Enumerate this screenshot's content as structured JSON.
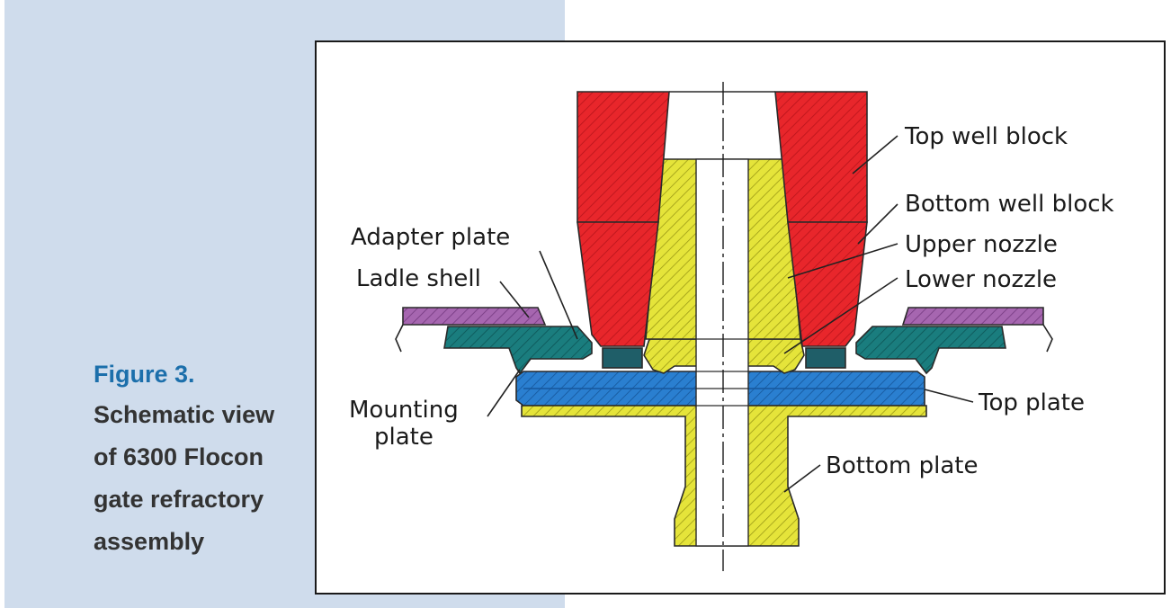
{
  "caption": {
    "title": "Figure 3.",
    "lines": [
      "Schematic view",
      "of 6300 Flocon",
      "gate refractory",
      "assembly"
    ]
  },
  "labels": {
    "top_well_block": "Top well block",
    "bottom_well_block": "Bottom well block",
    "upper_nozzle": "Upper nozzle",
    "lower_nozzle": "Lower nozzle",
    "adapter_plate": "Adapter plate",
    "ladle_shell": "Ladle shell",
    "mounting_plate_line1": "Mounting",
    "mounting_plate_line2": "plate",
    "top_plate": "Top plate",
    "bottom_plate": "Bottom plate"
  },
  "colors": {
    "panel_background": "#cfdcec",
    "caption_title": "#1c6fab",
    "caption_text": "#333333",
    "well_block": "#e8262b",
    "nozzle": "#e5e43a",
    "adapter_plate": "#1a7d7e",
    "top_plate": "#2a7fd0",
    "ladle_shell": "#a666b0"
  }
}
